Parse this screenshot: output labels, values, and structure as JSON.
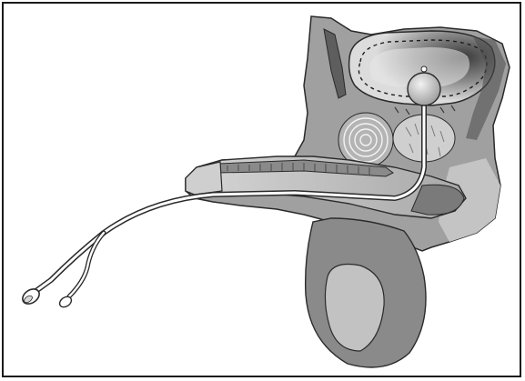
{
  "figure": {
    "kind": "anatomical-illustration",
    "subject": "catheter-through-urethra-into-bladder",
    "colors": {
      "border": "#1a1a1a",
      "tissue_light": "#c8c8c8",
      "tissue_mid": "#9e9e9e",
      "tissue_dark": "#6e6e6e",
      "tissue_darker": "#555555",
      "bladder_lumen": "#e6e6e6",
      "catheter": "#ffffff",
      "outline": "#2a2a2a"
    },
    "icons": [
      "catheter-tube",
      "balloon",
      "bladder",
      "prostate",
      "pubic-bone",
      "rectum",
      "scrotum",
      "testis",
      "urethra"
    ]
  }
}
